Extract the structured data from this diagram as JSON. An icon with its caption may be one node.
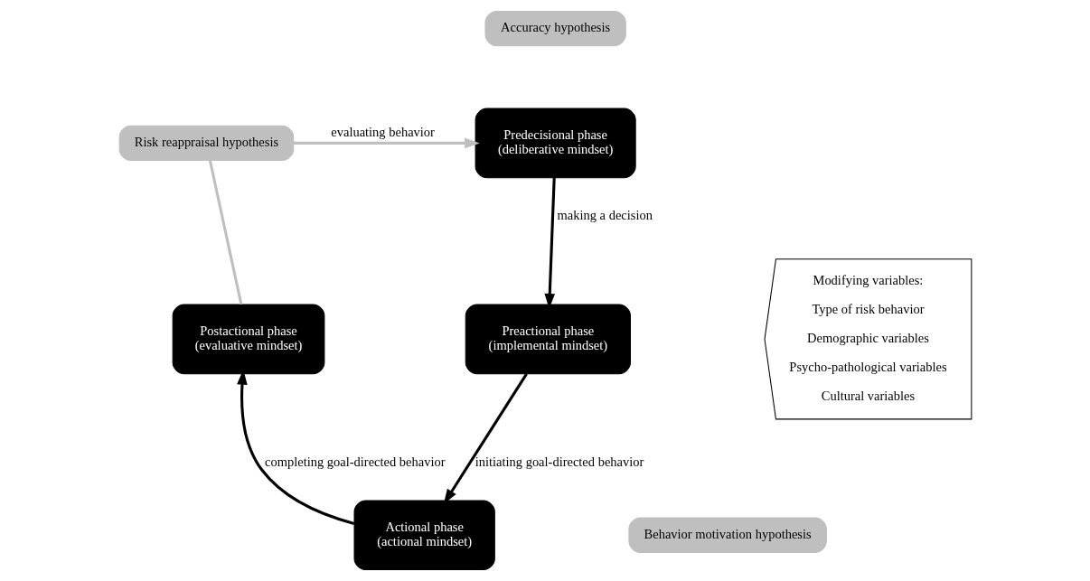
{
  "diagram": {
    "nodes": [
      {
        "text": [
          "Predecisional phase",
          "(deliberative mindset)"
        ]
      },
      {
        "text": [
          "Accuracy hypothesis"
        ]
      },
      {
        "text": [
          "Preactional phase",
          "(implemental mindset)"
        ]
      },
      {
        "text": [
          "Actional phase",
          "(actional mindset)"
        ]
      },
      {
        "text": [
          "Behavior motivation hypothesis"
        ]
      },
      {
        "text": [
          "Postactional phase",
          "(evaluative mindset)"
        ]
      },
      {
        "text": [
          "Risk reappraisal hypothesis"
        ]
      },
      {
        "text": [
          "Modifying variables:",
          "Type of risk behavior",
          "Demographic variables",
          "Psycho-pathological variables",
          "Cultural variables"
        ]
      }
    ],
    "edges": [
      {
        "from": 0,
        "to": 2,
        "arrow": "to",
        "label": "making a decision"
      },
      {
        "from": 2,
        "to": 3,
        "arrow": "to",
        "label": "initiating goal-directed behavior"
      },
      {
        "from": 3,
        "to": 5,
        "arrow": "to",
        "label": "completing goal-directed behavior"
      },
      {
        "from": 5,
        "to": 6,
        "arrow": "none",
        "color": "#bfbfbf"
      },
      {
        "from": 6,
        "to": 0,
        "arrow": "to",
        "label": "evaluating behavior",
        "color": "#bfbfbf"
      }
    ]
  }
}
